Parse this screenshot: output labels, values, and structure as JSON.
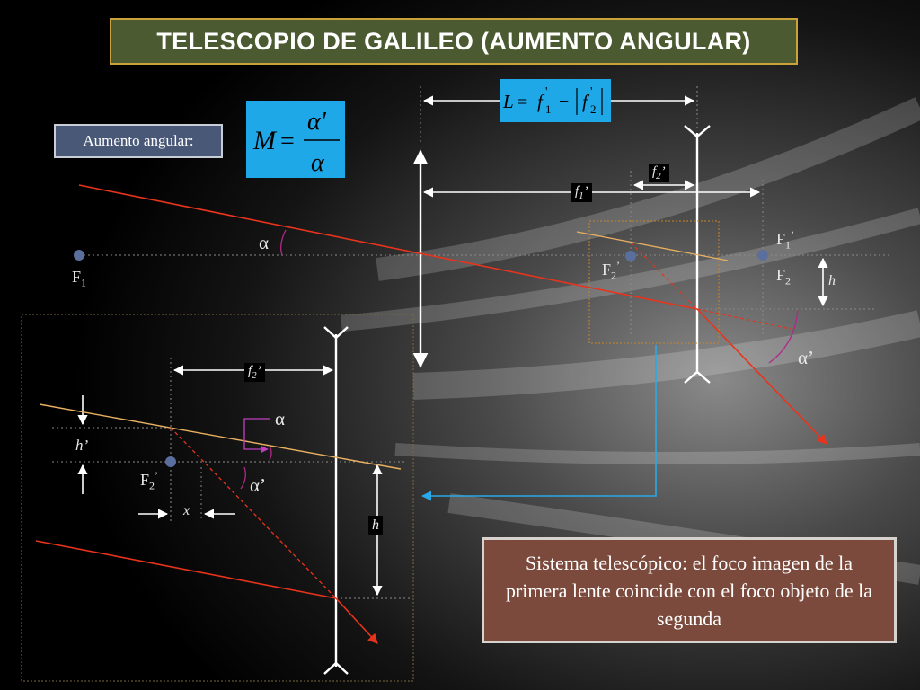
{
  "slide": {
    "title": "TELESCOPIO DE GALILEO (AUMENTO ANGULAR)",
    "aumento_label": "Aumento angular:",
    "formula": {
      "lhs": "M",
      "op": "=",
      "numerator": "α'",
      "denominator": "α"
    },
    "length_eq": {
      "lhs": "L",
      "op": "=",
      "term1": "f",
      "term1_sub": "1",
      "term1_sup": "'",
      "minus": "−",
      "term2": "f",
      "term2_sub": "2",
      "term2_sup": "'"
    },
    "note": "Sistema telescópico: el foco imagen de la primera lente coincide con el foco objeto de la segunda"
  },
  "labels": {
    "F": "F",
    "sub1": "1",
    "sub2": "2",
    "prime": "’",
    "alpha": "α",
    "alpha_prime": "α’",
    "f": "f",
    "h": "h",
    "h_prime": "h’",
    "x": "x"
  },
  "colors": {
    "title_bg": "#4b5a30",
    "title_border": "#c9a33a",
    "label_bg": "#4a5878",
    "formula_bg": "#1ea8e8",
    "note_bg": "#7b4a3c",
    "ray_red": "#e8341c",
    "ray_orange": "#e8b060",
    "focus_dot": "#5b6f9e",
    "connector_blue": "#2aa8e8",
    "arc_magenta": "#b0288a"
  }
}
